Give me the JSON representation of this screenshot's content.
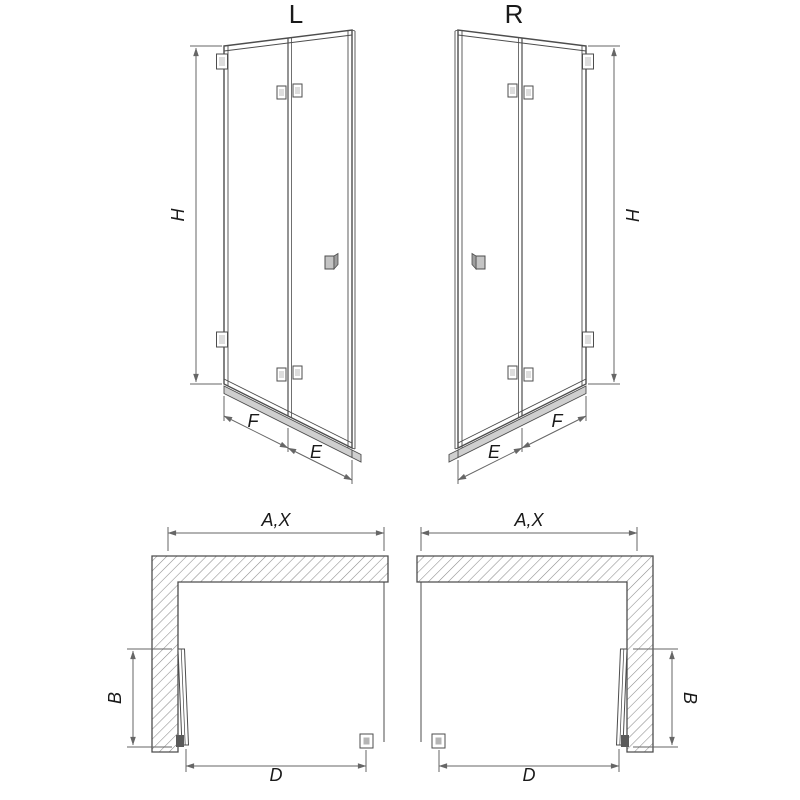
{
  "drawing": {
    "elevation_left": {
      "variant_label": "L",
      "dim_height": "H",
      "dim_fold_panel": "F",
      "dim_edge_panel": "E"
    },
    "elevation_right": {
      "variant_label": "R",
      "dim_height": "H",
      "dim_fold_panel": "F",
      "dim_edge_panel": "E"
    },
    "plan_left": {
      "dim_width": "A,X",
      "dim_depth": "B",
      "dim_opening": "D"
    },
    "plan_right": {
      "dim_width": "A,X",
      "dim_depth": "B",
      "dim_opening": "D"
    }
  },
  "colors": {
    "line": "#4d4d4d",
    "dimension": "#666666",
    "hatch": "#8c8c8c",
    "fill_light": "#cfcfcf",
    "text": "#1a1a1a",
    "background": "#ffffff"
  }
}
